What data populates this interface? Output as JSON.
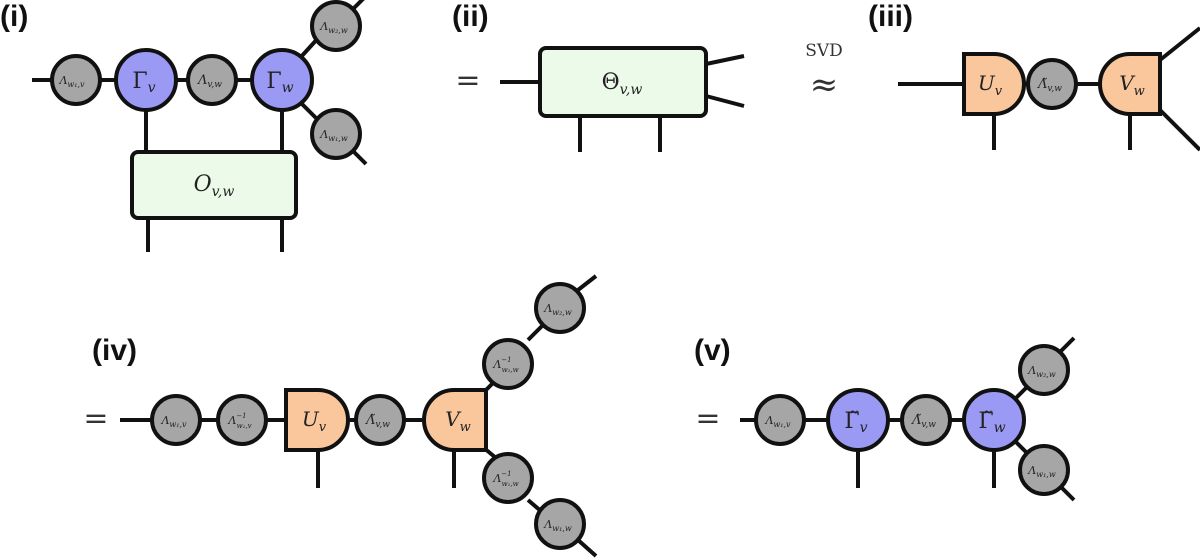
{
  "panels": {
    "i": "(i)",
    "ii": "(ii)",
    "iii": "(iii)",
    "iv": "(iv)",
    "v": "(v)"
  },
  "symbols": {
    "equals": "=",
    "approx": "≈",
    "svd": "SVD"
  },
  "tensors": {
    "gamma_v": "Γ",
    "gamma_v_sub": "v",
    "gamma_w": "Γ",
    "gamma_w_sub": "w",
    "gamma_tilde_v": "Γ̃",
    "gamma_tilde_w": "Γ̃",
    "lambda_vw": "Λ",
    "lambda_vw_sub": "v,w",
    "lambda_tilde_vw": "Λ̃",
    "lambda_w1v": "Λ",
    "lambda_w1v_sub": "w₁,v",
    "lambda_w2w": "Λ",
    "lambda_w2w_sub": "w₂,w",
    "lambda_w1w": "Λ",
    "lambda_w1w_sub": "w₁,w",
    "lambda_inv_w1v_sub": "w₁,v",
    "lambda_inv_w2w_sub": "w₂,w",
    "lambda_inv_w1w_sub": "w₁,w",
    "inverse_sup": "−1",
    "operator": "O",
    "operator_sub": "v,w",
    "theta": "Θ",
    "theta_sub": "v,w",
    "u": "U",
    "u_sub": "v",
    "v": "V",
    "v_sub": "w"
  },
  "colors": {
    "gamma": "#9a9af5",
    "lambda": "#a6a6a6",
    "unitary": "#f9c79b",
    "operator": "#ecfbe9",
    "line": "#111111"
  }
}
